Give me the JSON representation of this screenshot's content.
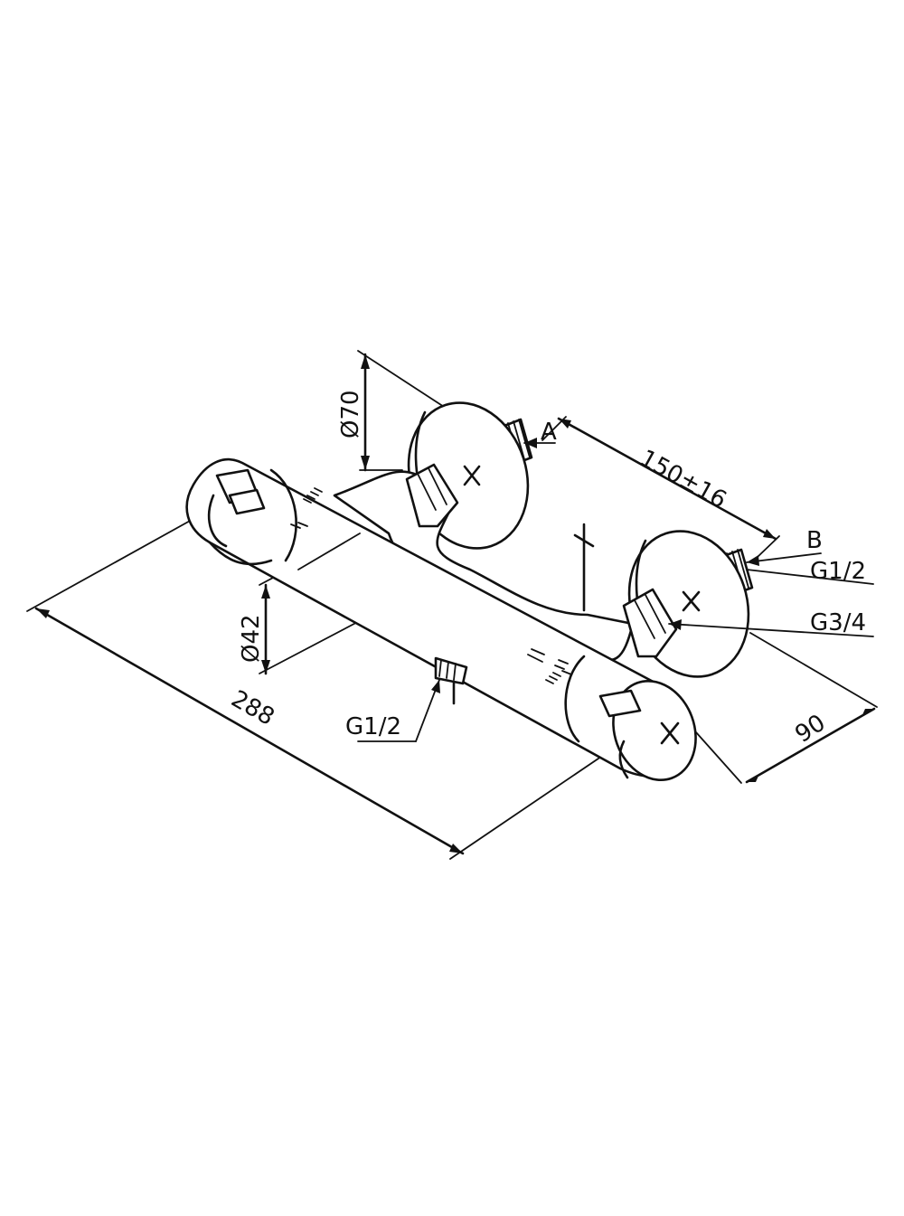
{
  "dimensions": {
    "length": "288",
    "body_diameter": "Ø42",
    "escutcheon_diameter": "Ø70",
    "inlet_spacing": "150±16",
    "depth": "90"
  },
  "callouts": {
    "a": "A",
    "b": "B",
    "inlet_thread": "G1/2",
    "nut_thread": "G3/4",
    "outlet_thread": "G1/2"
  }
}
